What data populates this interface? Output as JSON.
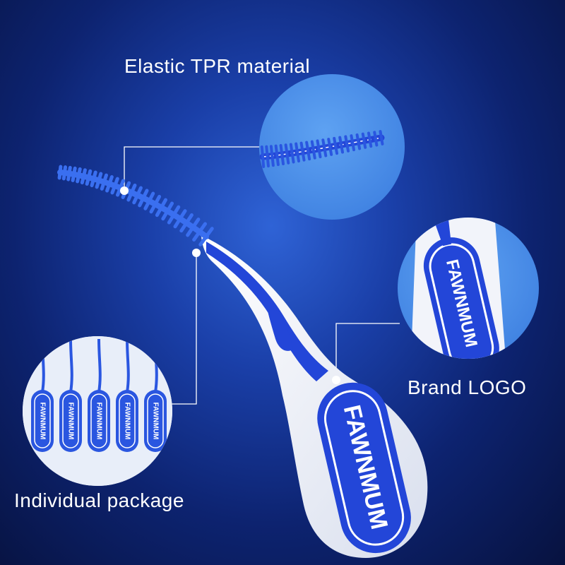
{
  "captions": {
    "tpr_material": "Elastic TPR material",
    "brand_logo": "Brand LOGO",
    "individual_package": "Individual package"
  },
  "brand": {
    "logo_text": "FAWNMUM"
  },
  "colors": {
    "background_center": "#2f63d6",
    "background_edge": "#07123f",
    "bristle_blue": "#3a6ff0",
    "handle_blue": "#2346d8",
    "handle_white": "#f2f4fa",
    "callout_circle": "#4c8fe8",
    "leader_line": "#ffffff"
  }
}
